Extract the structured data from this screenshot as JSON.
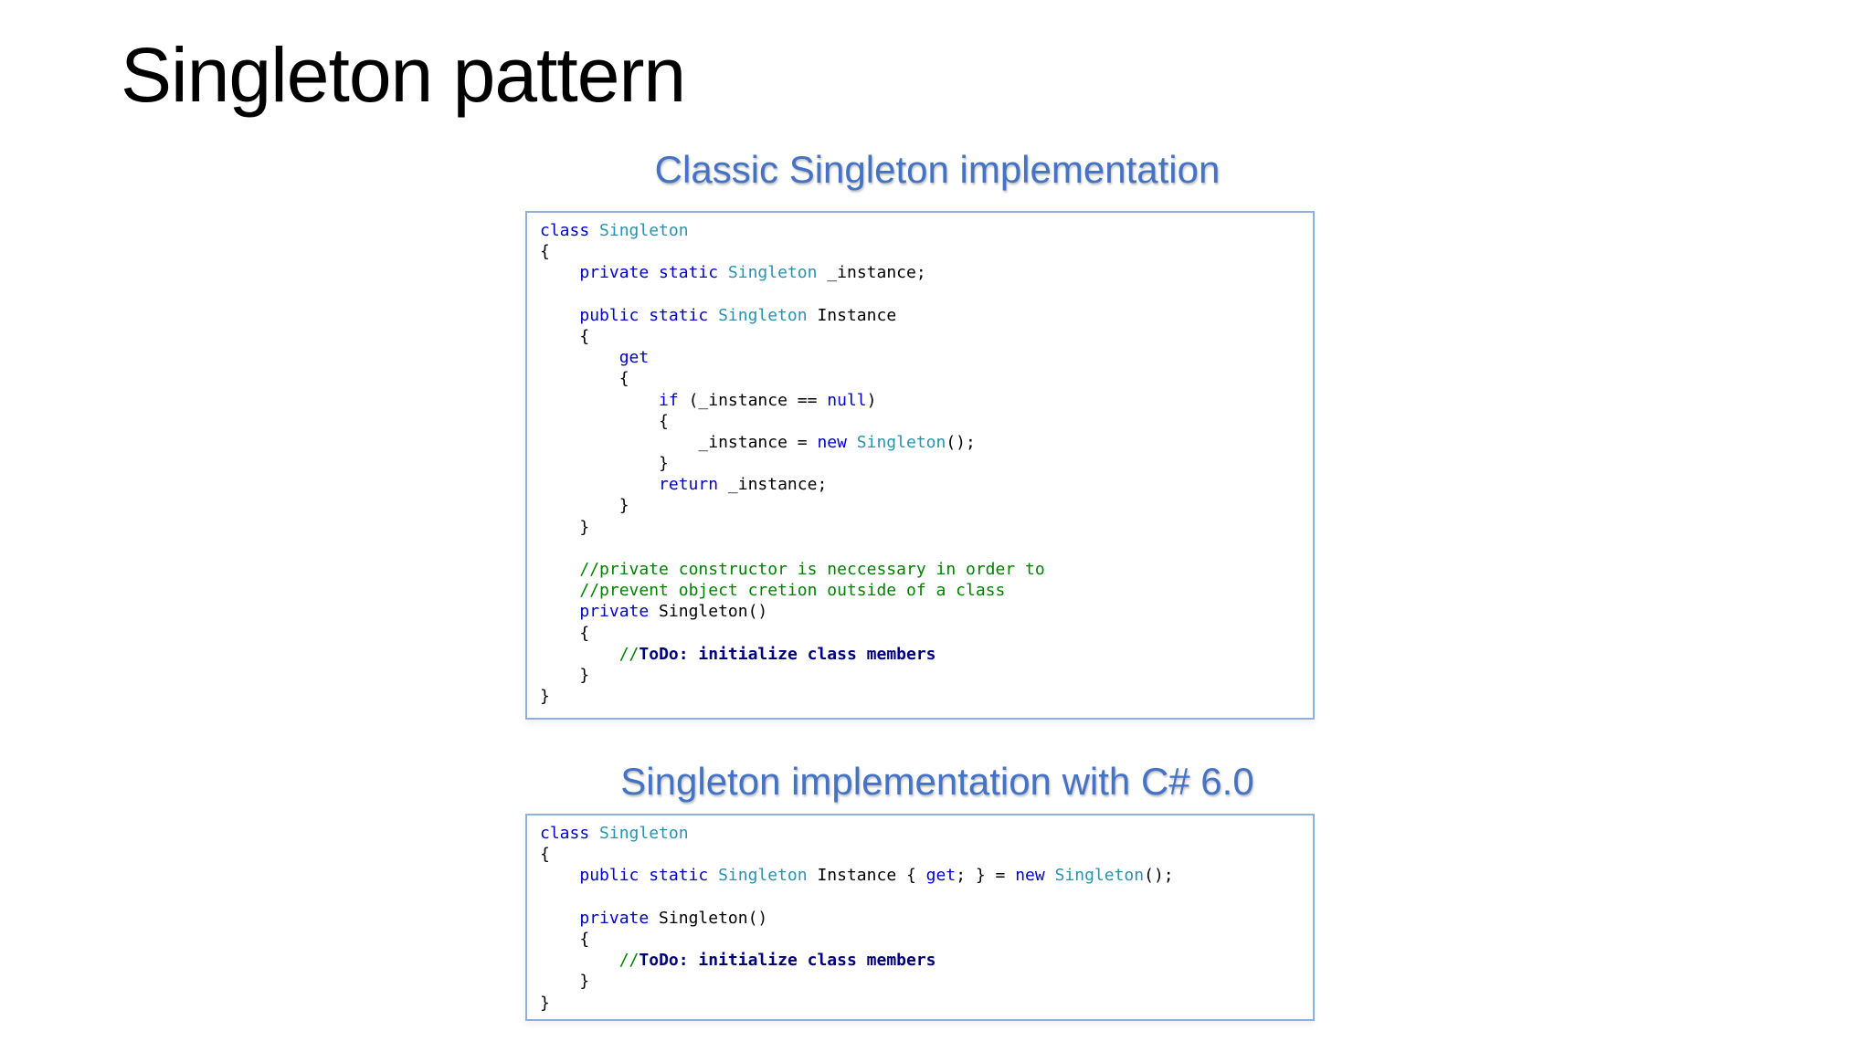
{
  "slide": {
    "title": "Singleton pattern"
  },
  "sections": [
    {
      "heading": "Classic Singleton implementation",
      "code": [
        [
          {
            "t": "kw",
            "v": "class "
          },
          {
            "t": "ty",
            "v": "Singleton"
          }
        ],
        [
          {
            "t": "tx",
            "v": "{"
          }
        ],
        [
          {
            "t": "tx",
            "v": "    "
          },
          {
            "t": "kw",
            "v": "private static "
          },
          {
            "t": "ty",
            "v": "Singleton"
          },
          {
            "t": "tx",
            "v": " _instance;"
          }
        ],
        [],
        [
          {
            "t": "tx",
            "v": "    "
          },
          {
            "t": "kw",
            "v": "public static "
          },
          {
            "t": "ty",
            "v": "Singleton"
          },
          {
            "t": "tx",
            "v": " Instance"
          }
        ],
        [
          {
            "t": "tx",
            "v": "    {"
          }
        ],
        [
          {
            "t": "tx",
            "v": "        "
          },
          {
            "t": "kw",
            "v": "get"
          }
        ],
        [
          {
            "t": "tx",
            "v": "        {"
          }
        ],
        [
          {
            "t": "tx",
            "v": "            "
          },
          {
            "t": "kw",
            "v": "if"
          },
          {
            "t": "tx",
            "v": " (_instance == "
          },
          {
            "t": "kw",
            "v": "null"
          },
          {
            "t": "tx",
            "v": ")"
          }
        ],
        [
          {
            "t": "tx",
            "v": "            {"
          }
        ],
        [
          {
            "t": "tx",
            "v": "                _instance = "
          },
          {
            "t": "kw",
            "v": "new "
          },
          {
            "t": "ty",
            "v": "Singleton"
          },
          {
            "t": "tx",
            "v": "();"
          }
        ],
        [
          {
            "t": "tx",
            "v": "            }"
          }
        ],
        [
          {
            "t": "tx",
            "v": "            "
          },
          {
            "t": "kw",
            "v": "return"
          },
          {
            "t": "tx",
            "v": " _instance;"
          }
        ],
        [
          {
            "t": "tx",
            "v": "        }"
          }
        ],
        [
          {
            "t": "tx",
            "v": "    }"
          }
        ],
        [],
        [
          {
            "t": "tx",
            "v": "    "
          },
          {
            "t": "cm",
            "v": "//private constructor is neccessary in order to"
          }
        ],
        [
          {
            "t": "tx",
            "v": "    "
          },
          {
            "t": "cm",
            "v": "//prevent object cretion outside of a class"
          }
        ],
        [
          {
            "t": "tx",
            "v": "    "
          },
          {
            "t": "kw",
            "v": "private"
          },
          {
            "t": "tx",
            "v": " Singleton()"
          }
        ],
        [
          {
            "t": "tx",
            "v": "    {"
          }
        ],
        [
          {
            "t": "tx",
            "v": "        "
          },
          {
            "t": "cm",
            "v": "//"
          },
          {
            "t": "todo",
            "v": "ToDo: initialize class members"
          }
        ],
        [
          {
            "t": "tx",
            "v": "    }"
          }
        ],
        [
          {
            "t": "tx",
            "v": "}"
          }
        ]
      ]
    },
    {
      "heading": "Singleton implementation with C# 6.0",
      "code": [
        [
          {
            "t": "kw",
            "v": "class "
          },
          {
            "t": "ty",
            "v": "Singleton"
          }
        ],
        [
          {
            "t": "tx",
            "v": "{"
          }
        ],
        [
          {
            "t": "tx",
            "v": "    "
          },
          {
            "t": "kw",
            "v": "public static "
          },
          {
            "t": "ty",
            "v": "Singleton"
          },
          {
            "t": "tx",
            "v": " Instance { "
          },
          {
            "t": "kw",
            "v": "get"
          },
          {
            "t": "tx",
            "v": "; } = "
          },
          {
            "t": "kw",
            "v": "new "
          },
          {
            "t": "ty",
            "v": "Singleton"
          },
          {
            "t": "tx",
            "v": "();"
          }
        ],
        [],
        [
          {
            "t": "tx",
            "v": "    "
          },
          {
            "t": "kw",
            "v": "private"
          },
          {
            "t": "tx",
            "v": " Singleton()"
          }
        ],
        [
          {
            "t": "tx",
            "v": "    {"
          }
        ],
        [
          {
            "t": "tx",
            "v": "        "
          },
          {
            "t": "cm",
            "v": "//"
          },
          {
            "t": "todo",
            "v": "ToDo: initialize class members"
          }
        ],
        [
          {
            "t": "tx",
            "v": "    }"
          }
        ],
        [
          {
            "t": "tx",
            "v": "}"
          }
        ]
      ]
    }
  ],
  "colors": {
    "keyword": "#0000CC",
    "type": "#2B91AF",
    "comment": "#008000",
    "todo": "#00007A",
    "heading": "#4472C4",
    "box_border": "#8FB0D8"
  }
}
